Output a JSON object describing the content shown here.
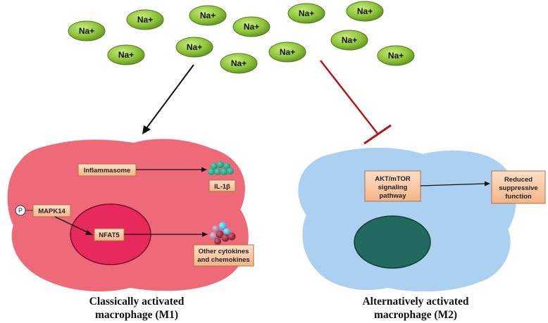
{
  "sodium": {
    "label": "Na+"
  },
  "m1": {
    "inflammasome": "Inflammasome",
    "il1b": "IL-1β",
    "phospho": "P",
    "mapk14": "MAPK14",
    "nfat5": "NFAT5",
    "other_line1": "Other cytokines",
    "other_line2": "and chemokines",
    "caption_line1": "Classically activated",
    "caption_line2": "macrophage (M1)"
  },
  "m2": {
    "akt_line1": "AKT/mTOR",
    "akt_line2": "signaling",
    "akt_line3": "pathway",
    "reduced_line1": "Reduced",
    "reduced_line2": "suppressive",
    "reduced_line3": "function",
    "caption_line1": "Alternatively activated",
    "caption_line2": "macrophage (M2)"
  },
  "colors": {
    "sodium_fill": "#8fc43a",
    "m1_cell": "#ee6a78",
    "m1_nucleus": "#e8295c",
    "m2_cell": "#acd0ef",
    "m2_nucleus": "#22695f",
    "label_box": "#f9c4a0",
    "inhibit_line": "#b01818"
  }
}
